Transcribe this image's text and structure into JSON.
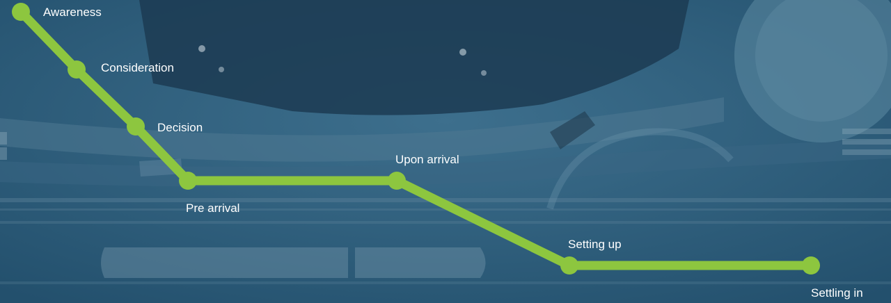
{
  "journey": {
    "path_color": "#8dc63f",
    "stages": [
      {
        "label": "Awareness"
      },
      {
        "label": "Consideration"
      },
      {
        "label": "Decision"
      },
      {
        "label": "Pre arrival"
      },
      {
        "label": "Upon arrival"
      },
      {
        "label": "Setting up"
      },
      {
        "label": "Settling in"
      }
    ]
  }
}
